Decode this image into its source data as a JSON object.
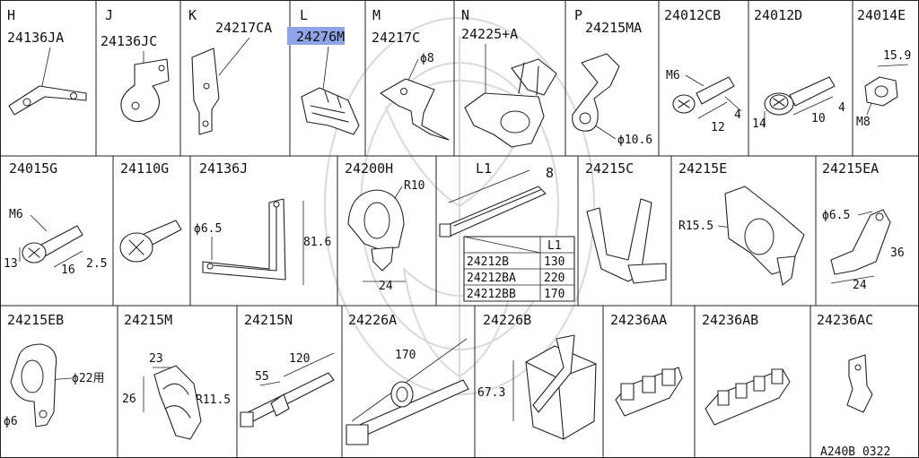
{
  "row1": [
    {
      "letter": "H",
      "part": "24136JA"
    },
    {
      "letter": "J",
      "part": "24136JC"
    },
    {
      "letter": "K",
      "part": "24217CA"
    },
    {
      "letter": "L",
      "part": "24276M"
    },
    {
      "letter": "M",
      "part": "24217C",
      "dim": "ϕ8"
    },
    {
      "letter": "N",
      "part": "24225+A"
    },
    {
      "letter": "P",
      "part": "24215MA",
      "dim": "ϕ10.6"
    },
    {
      "part": "24012CB",
      "dims": [
        "M6",
        "4",
        "12"
      ]
    },
    {
      "part": "24012D",
      "dims": [
        "14",
        "10",
        "4"
      ]
    },
    {
      "part": "24014E",
      "dims": [
        "15.9",
        "M8"
      ]
    }
  ],
  "row2": [
    {
      "part": "24015G",
      "dims": [
        "M6",
        "13",
        "16",
        "2.5"
      ]
    },
    {
      "part": "24110G"
    },
    {
      "part": "24136J",
      "dims": [
        "ϕ6.5",
        "81.6"
      ]
    },
    {
      "part": "24200H",
      "dims": [
        "R10",
        "24"
      ]
    },
    {
      "dims": [
        "L1",
        "8"
      ],
      "table": {
        "header": [
          "",
          "L1"
        ],
        "rows": [
          [
            "24212B",
            "130"
          ],
          [
            "24212BA",
            "220"
          ],
          [
            "24212BB",
            "170"
          ]
        ]
      }
    },
    {
      "part": "24215C"
    },
    {
      "part": "24215E",
      "dims": [
        "R15.5"
      ]
    },
    {
      "part": "24215EA",
      "dims": [
        "ϕ6.5",
        "36",
        "24"
      ]
    }
  ],
  "row3": [
    {
      "part": "24215EB",
      "dims": [
        "ϕ22用",
        "ϕ6"
      ]
    },
    {
      "part": "24215M",
      "dims": [
        "23",
        "26",
        "R11.5"
      ]
    },
    {
      "part": "24215N",
      "dims": [
        "55",
        "120"
      ]
    },
    {
      "part": "24226A",
      "dims": [
        "170"
      ]
    },
    {
      "part": "24226B",
      "dims": [
        "67.3"
      ]
    },
    {
      "part": "24236AA"
    },
    {
      "part": "24236AB"
    },
    {
      "part": "24236AC"
    }
  ],
  "footer_code": "A240B 0322",
  "highlight_color": "#8fa3e8"
}
